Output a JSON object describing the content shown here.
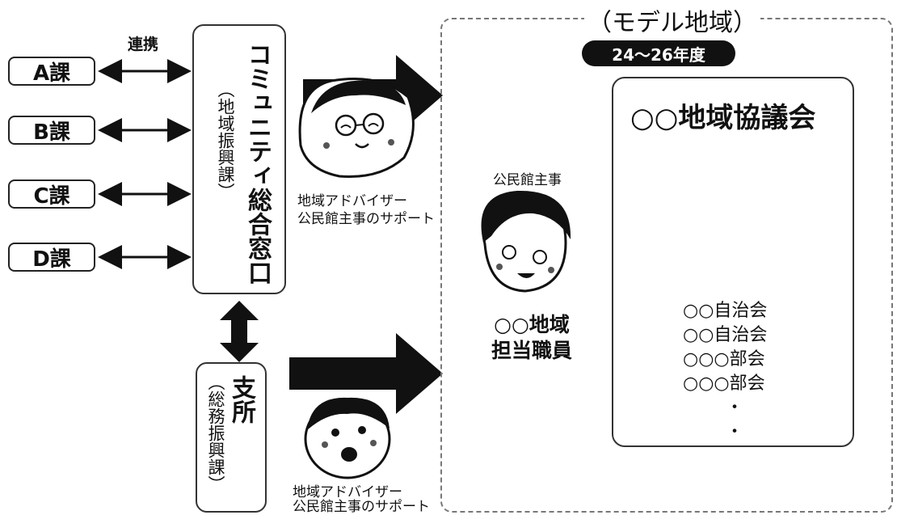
{
  "link_label": "連携",
  "departments": [
    "A課",
    "B課",
    "C課",
    "D課"
  ],
  "main_window": {
    "title": "コミュニティ総合窓口",
    "sub": "（地域振興課）"
  },
  "branch": {
    "title": "支所",
    "sub": "（総務振興課）"
  },
  "advisor_top": {
    "line1": "地域アドバイザー",
    "line2": "公民館主事のサポート"
  },
  "advisor_bottom": {
    "line1": "地域アドバイザー",
    "line2": "公民館主事のサポート"
  },
  "model_region": {
    "title": "（モデル地域）",
    "years": "24〜26年度",
    "officer_role": "公民館主事",
    "staff_line1": "○○地域",
    "staff_line2": "担当職員",
    "council": {
      "title": "○○地域協議会",
      "members": [
        "○○自治会",
        "○○自治会",
        "○○○部会",
        "○○○部会",
        "・",
        "・"
      ]
    }
  }
}
